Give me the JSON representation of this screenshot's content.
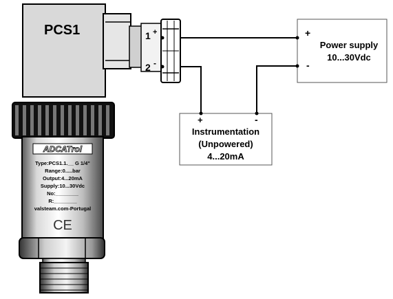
{
  "device": {
    "title": "PCS1",
    "brand": "ADCATrol",
    "nameplate": [
      "Type:PCS1.1.__ G 1/4\"",
      "Range:0.....bar",
      "Output:4...20mA",
      "Supply:10...30Vdc",
      "No:________",
      "R:________",
      "valsteam.com-Portugal"
    ],
    "ce_mark": "CE"
  },
  "connector": {
    "terminal_1": "1",
    "terminal_1_polarity": "+",
    "terminal_2": "2",
    "terminal_2_polarity": "-"
  },
  "power_supply": {
    "title": "Power supply",
    "rating": "10...30Vdc",
    "plus": "+",
    "minus": "-"
  },
  "instrumentation": {
    "line1": "Instrumentation",
    "line2": "(Unpowered)",
    "line3": "4...20mA",
    "plus": "+",
    "minus": "-"
  }
}
